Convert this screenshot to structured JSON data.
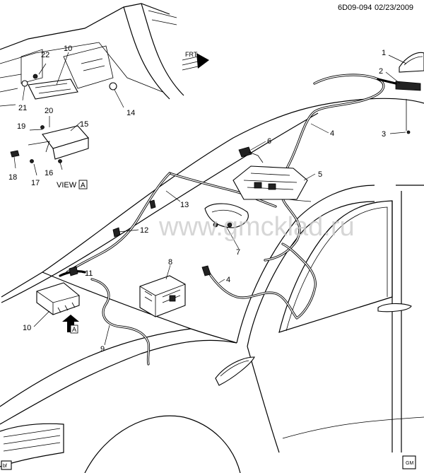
{
  "header": {
    "ref_code": "6D09-094",
    "date": "02/23/2009"
  },
  "callouts": {
    "c1": "1",
    "c2": "2",
    "c3": "3",
    "c4a": "4",
    "c4b": "4",
    "c5": "5",
    "c6": "6",
    "c7": "7",
    "c8": "8",
    "c9": "9",
    "c10a": "10",
    "c10b": "10",
    "c11": "11",
    "c12": "12",
    "c13": "13",
    "c14": "14",
    "c15": "15",
    "c16": "16",
    "c17": "17",
    "c18": "18",
    "c19": "19",
    "c20": "20",
    "c21": "21",
    "c22": "22"
  },
  "view_label": {
    "text": "VIEW",
    "letter": "A"
  },
  "view_marker": {
    "letter": "A"
  },
  "front_marker": {
    "text": "FRT"
  },
  "watermark": "www.gmcklad.ru",
  "corner_tag": "bf",
  "logo_text": "GM"
}
